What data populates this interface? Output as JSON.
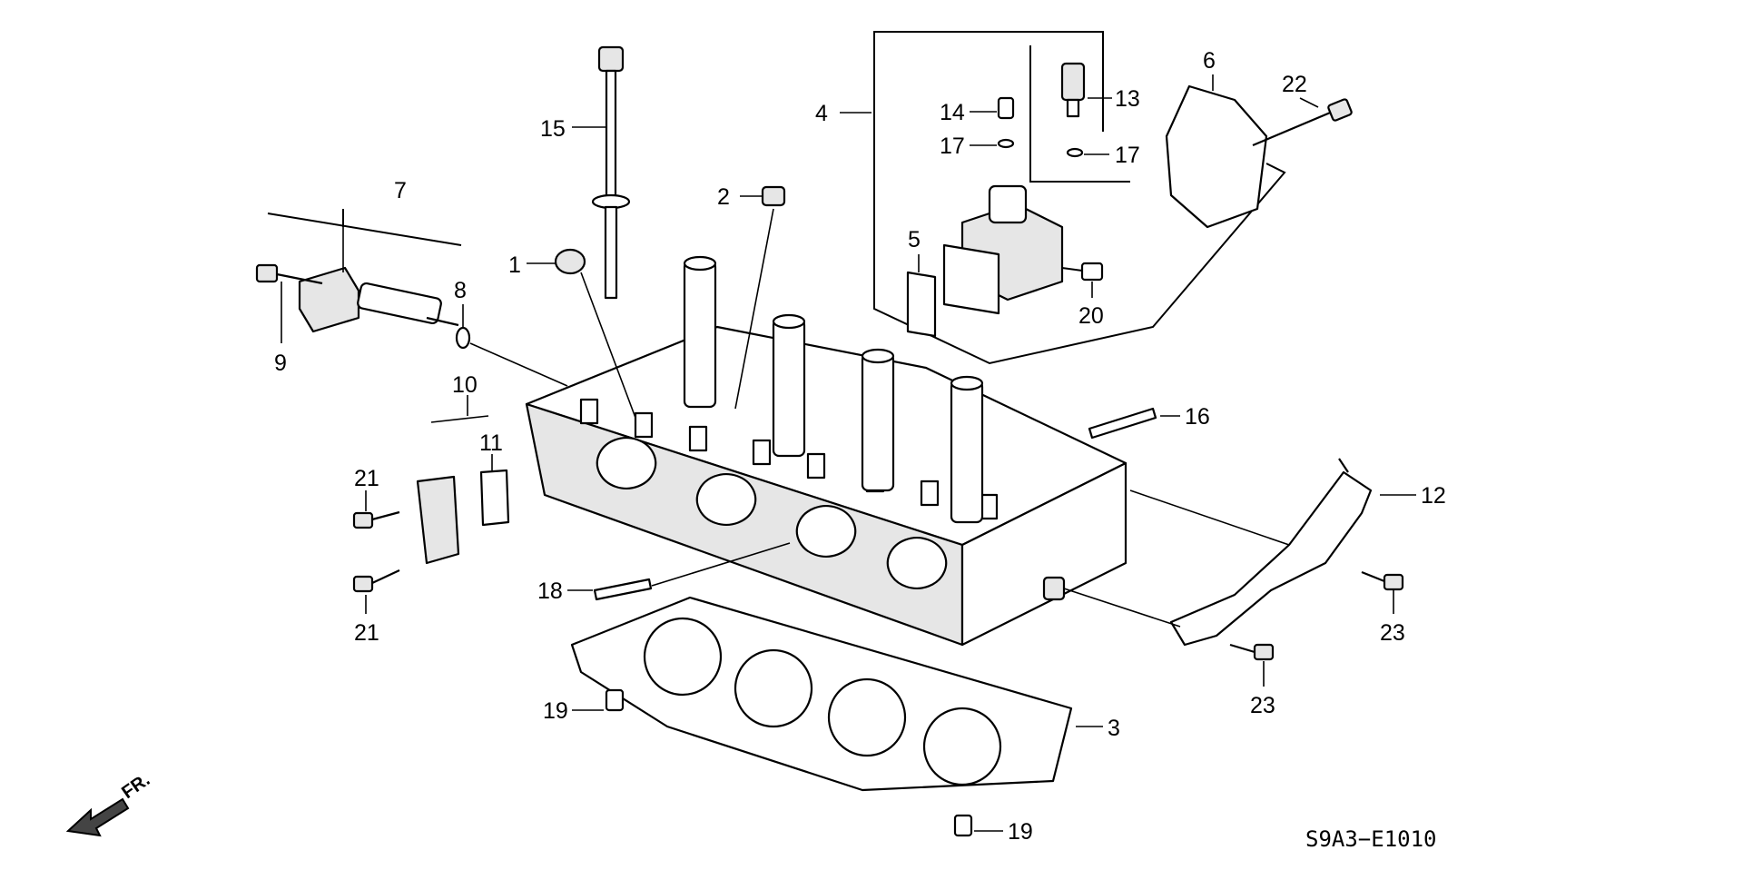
{
  "callouts": [
    "1",
    "2",
    "3",
    "4",
    "5",
    "6",
    "7",
    "8",
    "9",
    "10",
    "11",
    "12",
    "13",
    "14",
    "15",
    "16",
    "17",
    "17",
    "18",
    "19",
    "19",
    "20",
    "21",
    "21",
    "22",
    "23",
    "23"
  ],
  "diagram_code": "S9A3−E1010",
  "direction_label": "FR."
}
